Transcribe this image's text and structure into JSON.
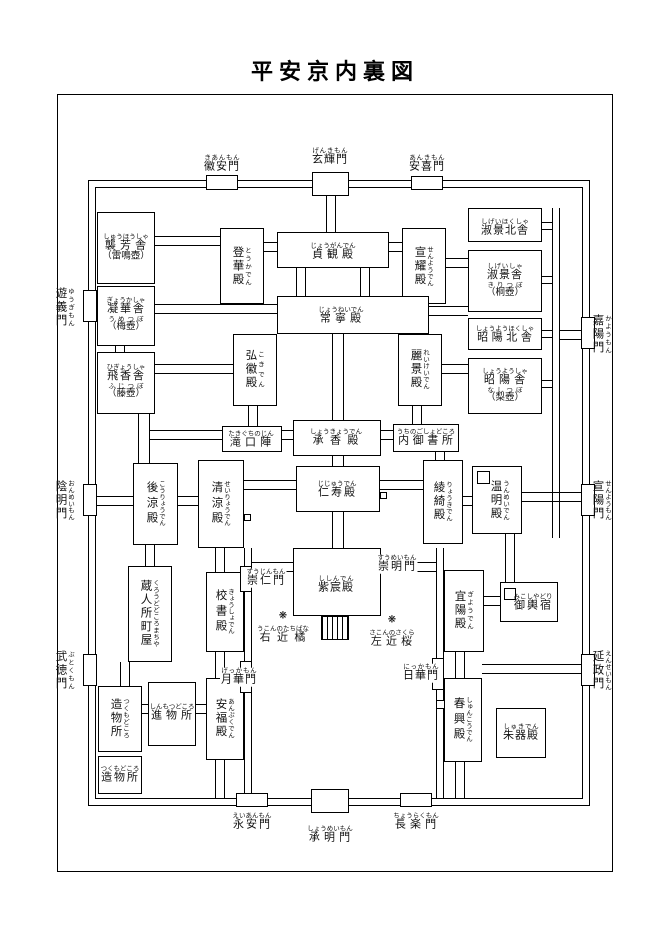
{
  "title": "平安京内裏図",
  "outer_gates": {
    "top": [
      {
        "id": "kian",
        "name": "徽安門",
        "kana": "きあんもん"
      },
      {
        "id": "genki",
        "name": "玄輝門",
        "kana": "げんきもん"
      },
      {
        "id": "anki",
        "name": "安喜門",
        "kana": "あんきもん"
      }
    ],
    "bottom": [
      {
        "id": "eian",
        "name": "永安門",
        "kana": "えいあんもん"
      },
      {
        "id": "shomei",
        "name": "承明門",
        "kana": "しょうめいもん"
      },
      {
        "id": "choraku",
        "name": "長楽門",
        "kana": "ちょうらくもん"
      }
    ],
    "left": [
      {
        "id": "yugi",
        "name": "遊義門",
        "kana": "ゆうぎもん"
      },
      {
        "id": "onmei",
        "name": "陰明門",
        "kana": "おんめいもん"
      },
      {
        "id": "butoku",
        "name": "武徳門",
        "kana": "ぶとくもん"
      }
    ],
    "right": [
      {
        "id": "kayo",
        "name": "嘉陽門",
        "kana": "かようもん"
      },
      {
        "id": "senyomon",
        "name": "宣陽門",
        "kana": "せんようもん"
      },
      {
        "id": "ensei",
        "name": "延政門",
        "kana": "えんせいもん"
      }
    ]
  },
  "halls": [
    {
      "id": "shuhosha",
      "lines": [
        {
          "text": "襲芳舎",
          "kana": "しゅうほうしゃ"
        },
        {
          "text": "（雷鳴壺）",
          "kana": ""
        }
      ]
    },
    {
      "id": "gyokasha",
      "lines": [
        {
          "text": "凝華舎",
          "kana": "ぎょうかしゃ"
        },
        {
          "text": "（梅壺）",
          "kana": "うめつぼ"
        }
      ]
    },
    {
      "id": "higyosha",
      "lines": [
        {
          "text": "飛香舎",
          "kana": "ひぎょうしゃ"
        },
        {
          "text": "（藤壺）",
          "kana": "ふじつぼ"
        }
      ]
    },
    {
      "id": "tokaden",
      "lines": [
        {
          "text": "登華殿",
          "kana": "とうかでん"
        }
      ]
    },
    {
      "id": "joganden",
      "lines": [
        {
          "text": "貞観殿",
          "kana": "じょうがんでん"
        }
      ]
    },
    {
      "id": "senyoden",
      "lines": [
        {
          "text": "宣耀殿",
          "kana": "せんようでん"
        }
      ]
    },
    {
      "id": "shigeihokusha",
      "lines": [
        {
          "text": "淑景北舎",
          "kana": "しげいほくしゃ"
        }
      ]
    },
    {
      "id": "shigeisha",
      "lines": [
        {
          "text": "淑景舎",
          "kana": "しげいしゃ"
        },
        {
          "text": "（桐壺）",
          "kana": "きりつぼ"
        }
      ]
    },
    {
      "id": "joneiden",
      "lines": [
        {
          "text": "常寧殿",
          "kana": "じょうねいでん"
        }
      ]
    },
    {
      "id": "kokiden",
      "lines": [
        {
          "text": "弘徽殿",
          "kana": "こきでん"
        }
      ]
    },
    {
      "id": "reikeiden",
      "lines": [
        {
          "text": "麗景殿",
          "kana": "れいけいでん"
        }
      ]
    },
    {
      "id": "shoyohokusha",
      "lines": [
        {
          "text": "昭陽北舎",
          "kana": "しょうようほくしゃ"
        }
      ]
    },
    {
      "id": "shoyosha",
      "lines": [
        {
          "text": "昭陽舎",
          "kana": "しょうようしゃ"
        },
        {
          "text": "（梨壺）",
          "kana": "なしつぼ"
        }
      ]
    },
    {
      "id": "takiguchijin",
      "lines": [
        {
          "text": "滝口陣",
          "kana": "たきぐちのじん"
        }
      ]
    },
    {
      "id": "shokyoden",
      "lines": [
        {
          "text": "承香殿",
          "kana": "しょうきょうでん"
        }
      ]
    },
    {
      "id": "uchigoshodokoro",
      "lines": [
        {
          "text": "内御書所",
          "kana": "うちのごしょどころ"
        }
      ]
    },
    {
      "id": "koryoden",
      "lines": [
        {
          "text": "後涼殿",
          "kana": "こうりょうでん"
        }
      ]
    },
    {
      "id": "seiryoden",
      "lines": [
        {
          "text": "清涼殿",
          "kana": "せいりょうでん"
        }
      ]
    },
    {
      "id": "jijuden",
      "lines": [
        {
          "text": "仁寿殿",
          "kana": "じじゅうでん"
        }
      ]
    },
    {
      "id": "ryokiden",
      "lines": [
        {
          "text": "綾綺殿",
          "kana": "りょうきでん"
        }
      ]
    },
    {
      "id": "unmeiden",
      "lines": [
        {
          "text": "温明殿",
          "kana": "うんめいでん"
        }
      ]
    },
    {
      "id": "shishinden",
      "lines": [
        {
          "text": "紫宸殿",
          "kana": "ししんでん"
        }
      ]
    },
    {
      "id": "kurododokoromachiya",
      "lines": [
        {
          "text": "蔵人所町屋",
          "kana": "くろうどどころまちや"
        }
      ]
    },
    {
      "id": "kyoshoden",
      "lines": [
        {
          "text": "校書殿",
          "kana": "きょうしょでん"
        }
      ]
    },
    {
      "id": "giyoden",
      "lines": [
        {
          "text": "宜陽殿",
          "kana": "ぎようでん"
        }
      ]
    },
    {
      "id": "mikoshiyadori",
      "lines": [
        {
          "text": "御輿宿",
          "kana": "みこしやどり"
        }
      ]
    },
    {
      "id": "tsukumodokoro-kita",
      "lines": [
        {
          "text": "造物所",
          "kana": "つくもどころ"
        }
      ]
    },
    {
      "id": "shinmotsudokoro",
      "lines": [
        {
          "text": "進物所",
          "kana": "しんもつどころ"
        }
      ]
    },
    {
      "id": "anpukuden",
      "lines": [
        {
          "text": "安福殿",
          "kana": "あんぷくでん"
        }
      ]
    },
    {
      "id": "tsukumodokoro-minami",
      "lines": [
        {
          "text": "造物所",
          "kana": "つくもどころ"
        }
      ]
    },
    {
      "id": "shunkoden",
      "lines": [
        {
          "text": "春興殿",
          "kana": "しゅんこうでん"
        }
      ]
    },
    {
      "id": "shukiden",
      "lines": [
        {
          "text": "朱器殿",
          "kana": "しゅきでん"
        }
      ]
    }
  ],
  "inner_gates": [
    {
      "id": "sujinmon",
      "name": "崇仁門",
      "kana": "すうじんもん"
    },
    {
      "id": "sumeimon",
      "name": "崇明門",
      "kana": "すうめいもん"
    },
    {
      "id": "gekkamon",
      "name": "月華門",
      "kana": "げっかもん"
    },
    {
      "id": "nikkamon",
      "name": "日華門",
      "kana": "にっかもん"
    }
  ],
  "trees": [
    {
      "id": "ukonnotachibana",
      "name": "右近橘",
      "kana": "うこんのたちばな",
      "icon": "❋"
    },
    {
      "id": "sakonnosakura",
      "name": "左近桜",
      "kana": "さこんのさくら",
      "icon": "❋"
    }
  ]
}
